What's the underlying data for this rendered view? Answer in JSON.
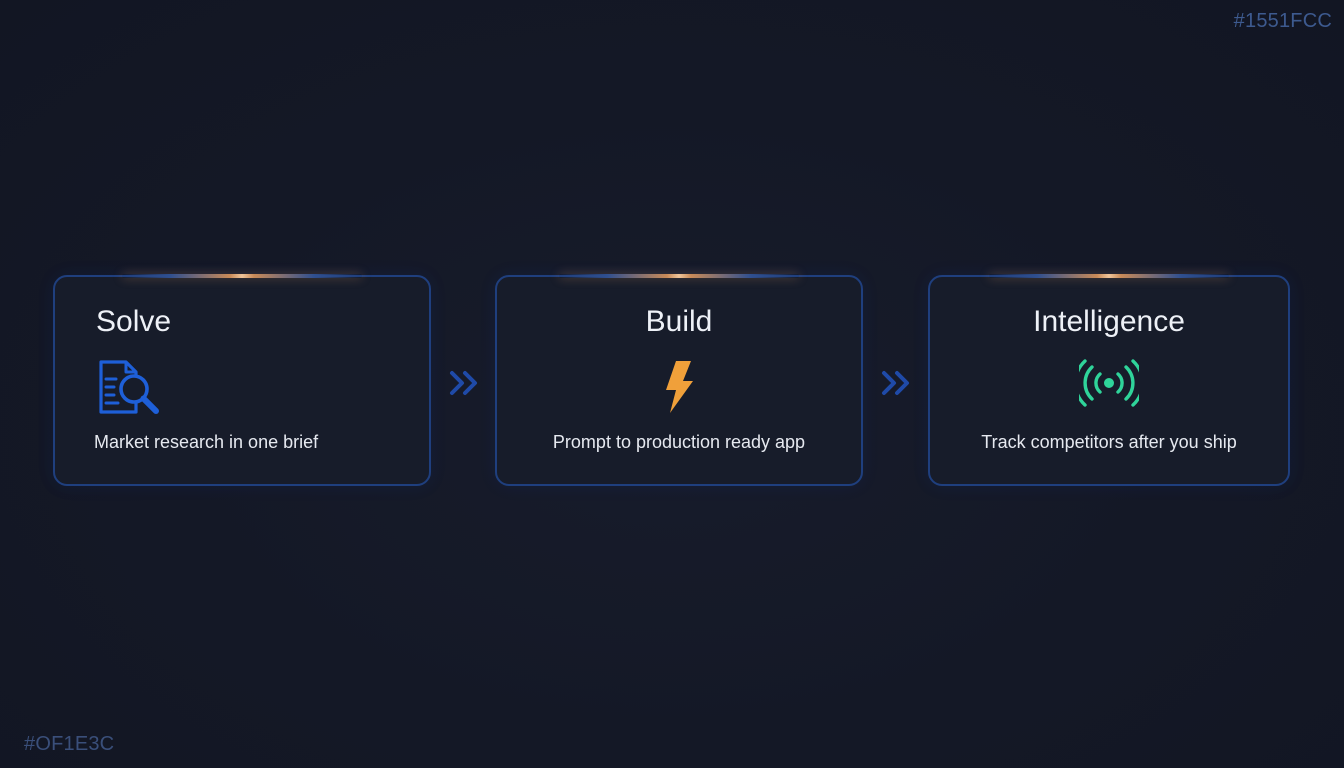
{
  "corner_labels": {
    "top_right": "#1551FCC",
    "bottom_left": "#OF1E3C"
  },
  "colors": {
    "background": "#141826",
    "card_border": "#1f3f7e",
    "solve_icon": "#1e5fd8",
    "build_icon": "#f0a03a",
    "intelligence_icon": "#2fd49a",
    "chevron": "#1f4aa8"
  },
  "steps": [
    {
      "title": "Solve",
      "icon": "document-search-icon",
      "description": "Market research in one brief"
    },
    {
      "title": "Build",
      "icon": "lightning-bolt-icon",
      "description": "Prompt to production ready app"
    },
    {
      "title": "Intelligence",
      "icon": "broadcast-signal-icon",
      "description": "Track competitors after you ship"
    }
  ],
  "connectors": [
    {
      "icon": "double-chevron-right-icon"
    },
    {
      "icon": "double-chevron-right-icon"
    }
  ]
}
